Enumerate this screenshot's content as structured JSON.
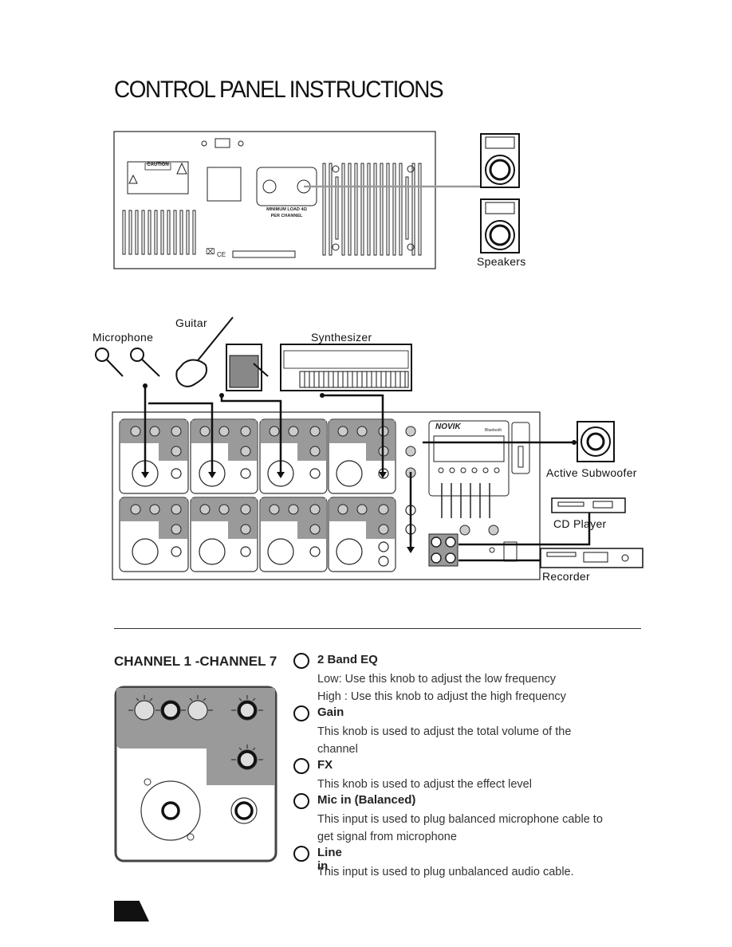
{
  "page": {
    "title": "CONTROL PANEL INSTRUCTIONS"
  },
  "rear_panel": {
    "caution_label": "CAUTION",
    "load_text_line1": "MINIMUM LOAD 4Ω",
    "load_text_line2": "PER CHANNEL",
    "ce_mark": "CE"
  },
  "devices": {
    "speakers": "Speakers",
    "guitar": "Guitar",
    "microphone": "Microphone",
    "synthesizer": "Synthesizer",
    "active_subwoofer": "Active Subwoofer",
    "cd_player": "CD Player",
    "recorder": "Recorder"
  },
  "mixer": {
    "brand": "NOVIK",
    "bluetooth": "Bluetooth"
  },
  "channel_section": {
    "heading": "CHANNEL 1 -CHANNEL 7",
    "items": [
      {
        "title": "2 Band EQ",
        "lines": [
          "Low: Use this knob to adjust the low frequency",
          "High : Use this knob to adjust the high frequency"
        ]
      },
      {
        "title": "Gain",
        "lines": [
          "This knob is used to adjust the total volume of the",
          "channel"
        ]
      },
      {
        "title": "FX",
        "lines": [
          "This knob is used to adjust the effect level"
        ]
      },
      {
        "title": "Mic in (Balanced)",
        "lines": [
          "This input is used to plug balanced microphone cable to",
          "get signal from microphone"
        ]
      },
      {
        "title": "Line in",
        "lines": [
          "This input is used to plug unbalanced audio cable."
        ]
      }
    ]
  }
}
